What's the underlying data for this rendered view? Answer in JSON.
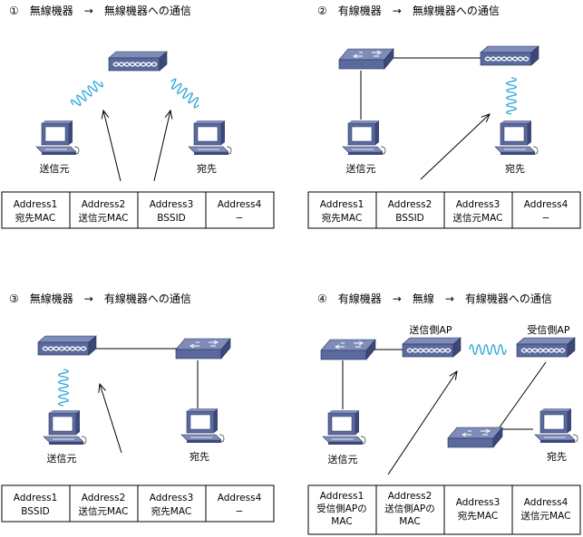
{
  "panels": [
    {
      "title": "①　無線機器　→　無線機器への通信",
      "labels": [
        "送信元",
        "宛先"
      ],
      "cells": [
        [
          "Address1",
          "宛先MAC"
        ],
        [
          "Address2",
          "送信元MAC"
        ],
        [
          "Address3",
          "BSSID"
        ],
        [
          "Address4",
          "−"
        ]
      ]
    },
    {
      "title": "②　有線機器　→　無線機器への通信",
      "labels": [
        "送信元",
        "宛先"
      ],
      "cells": [
        [
          "Address1",
          "宛先MAC"
        ],
        [
          "Address2",
          "BSSID"
        ],
        [
          "Address3",
          "送信元MAC"
        ],
        [
          "Address4",
          "−"
        ]
      ]
    },
    {
      "title": "③　無線機器　→　有線機器への通信",
      "labels": [
        "送信元",
        "宛先"
      ],
      "cells": [
        [
          "Address1",
          "BSSID"
        ],
        [
          "Address2",
          "送信元MAC"
        ],
        [
          "Address3",
          "宛先MAC"
        ],
        [
          "Address4",
          "−"
        ]
      ]
    },
    {
      "title": "④　有線機器　→　無線　→　有線機器への通信",
      "labels": [
        "送信側AP",
        "受信側AP",
        "送信元",
        "宛先"
      ],
      "cells": [
        [
          "Address1",
          "受信側APの",
          "MAC"
        ],
        [
          "Address2",
          "送信側APの",
          "MAC"
        ],
        [
          "Address3",
          "宛先MAC"
        ],
        [
          "Address4",
          "送信元MAC"
        ]
      ]
    }
  ],
  "colors": {
    "device_body": "#5a6a9e",
    "device_top": "#7f8cba",
    "device_side": "#3c4878",
    "wireless_coil": "#2aa6d8",
    "monitor_screen": "#ffffff"
  },
  "icons": [
    "access-point-icon",
    "switch-icon",
    "pc-icon",
    "wireless-coil-icon",
    "arrow-icon"
  ]
}
